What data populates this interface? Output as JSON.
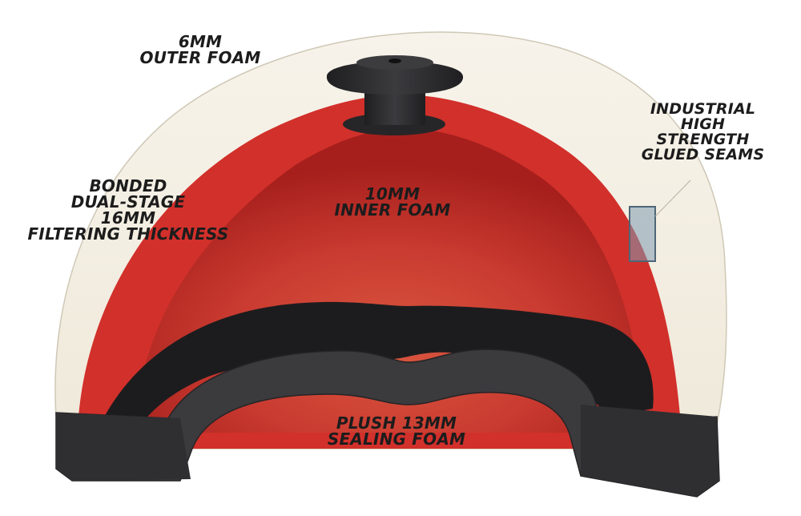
{
  "labels": {
    "outer_foam": [
      "6MM",
      "OUTER FOAM"
    ],
    "glued_seams": [
      "INDUSTRIAL",
      "HIGH",
      "STRENGTH",
      "GLUED SEAMS"
    ],
    "dual_stage": [
      "BONDED",
      "DUAL-STAGE",
      "16MM",
      "FILTERING THICKNESS"
    ],
    "inner_foam": [
      "10MM",
      "INNER FOAM"
    ],
    "sealing_foam": [
      "PLUSH 13MM",
      "SEALING FOAM"
    ]
  },
  "colors": {
    "outer_foam": "#f4efe2",
    "inner_foam": "#d7322d",
    "inner_foam_dark": "#b7231f",
    "sealing_foam": "#3a3a3c",
    "valve": "#2b2b2d",
    "seam_highlight": "#7f9bb0"
  }
}
